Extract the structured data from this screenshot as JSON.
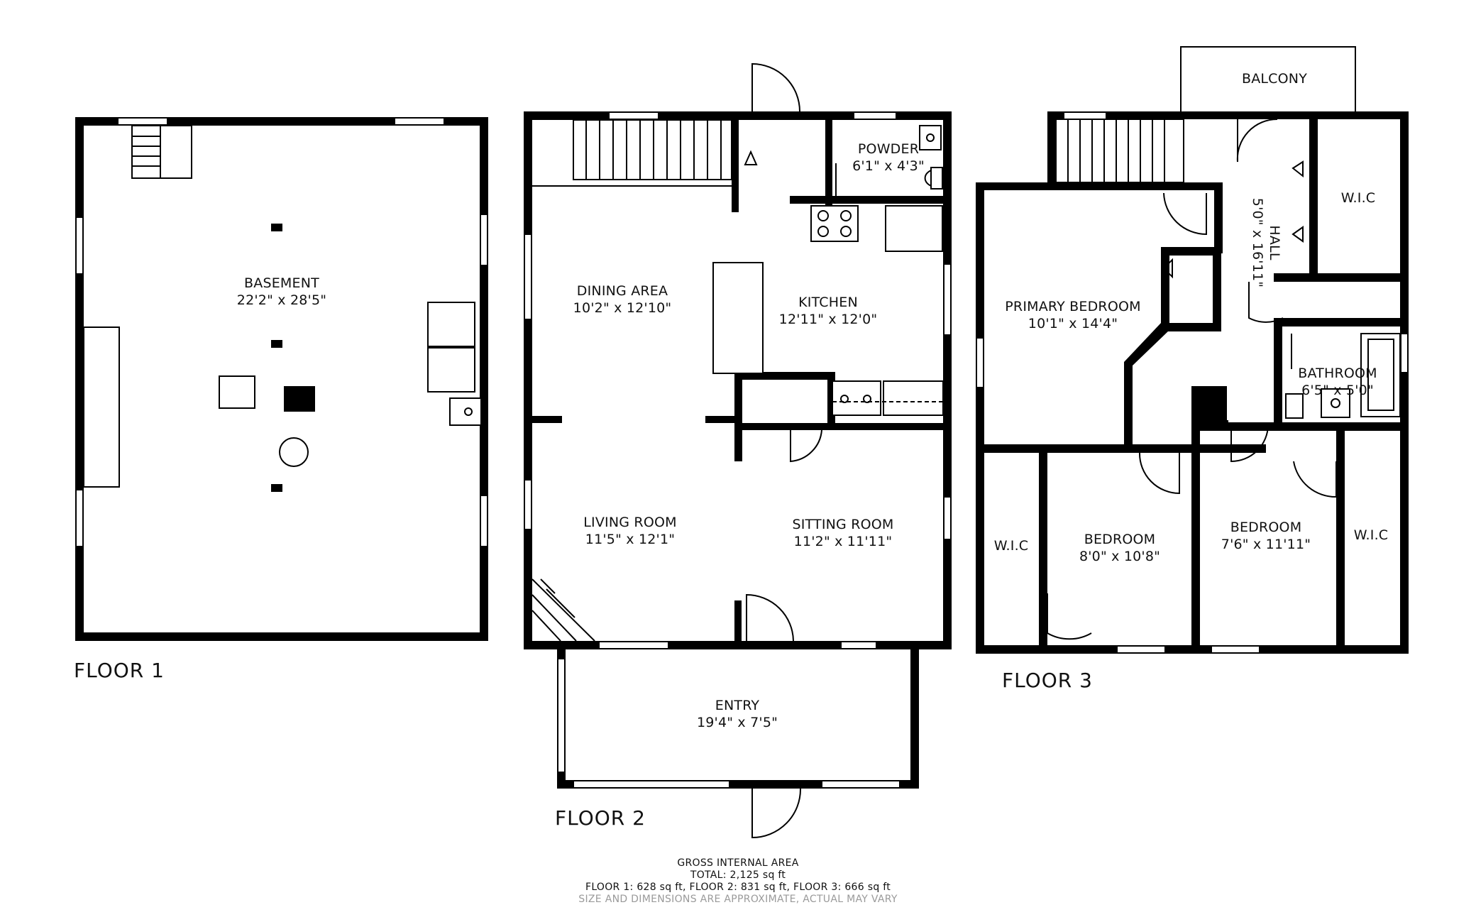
{
  "floors": {
    "floor1": {
      "title": "FLOOR 1",
      "rooms": [
        {
          "name": "BASEMENT",
          "dims": "22'2\" x 28'5\""
        }
      ]
    },
    "floor2": {
      "title": "FLOOR 2",
      "rooms": [
        {
          "name": "POWDER",
          "dims": "6'1\" x 4'3\""
        },
        {
          "name": "DINING AREA",
          "dims": "10'2\" x 12'10\""
        },
        {
          "name": "KITCHEN",
          "dims": "12'11\" x 12'0\""
        },
        {
          "name": "LIVING ROOM",
          "dims": "11'5\" x 12'1\""
        },
        {
          "name": "SITTING ROOM",
          "dims": "11'2\" x 11'11\""
        },
        {
          "name": "ENTRY",
          "dims": "19'4\" x 7'5\""
        }
      ]
    },
    "floor3": {
      "title": "FLOOR 3",
      "rooms": [
        {
          "name": "BALCONY",
          "dims": ""
        },
        {
          "name": "HALL",
          "dims": "5'0\" x 16'11\""
        },
        {
          "name": "W.I.C",
          "dims": ""
        },
        {
          "name": "PRIMARY BEDROOM",
          "dims": "10'1\" x 14'4\""
        },
        {
          "name": "BATHROOM",
          "dims": "6'5\" x 5'0\""
        },
        {
          "name": "W.I.C",
          "dims": ""
        },
        {
          "name": "BEDROOM",
          "dims": "8'0\" x 10'8\""
        },
        {
          "name": "BEDROOM",
          "dims": "7'6\" x 11'11\""
        },
        {
          "name": "W.I.C",
          "dims": ""
        }
      ]
    }
  },
  "footer": {
    "heading": "GROSS INTERNAL AREA",
    "total": "TOTAL: 2,125 sq ft",
    "breakdown": "FLOOR 1: 628 sq ft, FLOOR 2: 831 sq ft, FLOOR 3: 666 sq ft",
    "disclaimer": "SIZE AND DIMENSIONS ARE APPROXIMATE, ACTUAL MAY VARY"
  },
  "colors": {
    "wall": "#000000",
    "background": "#ffffff",
    "disclaimer": "#9a9a9a"
  }
}
